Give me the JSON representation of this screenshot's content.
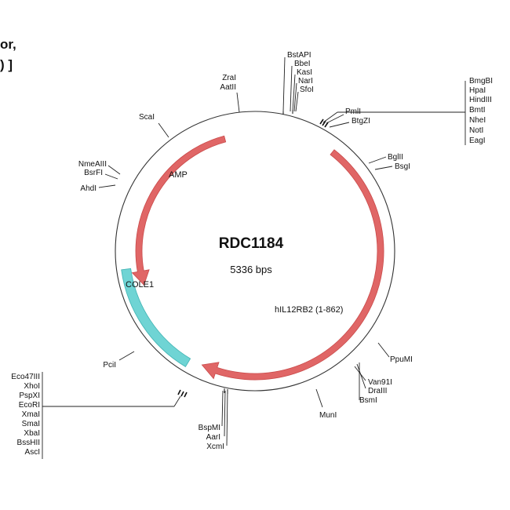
{
  "header": {
    "line1": "or,",
    "line2": ") ]"
  },
  "plasmid": {
    "name": "RDC1184",
    "size_label": "5336 bps"
  },
  "features": {
    "amp": "AMP",
    "cole1": "COLE1",
    "hil12rb2": "hIL12RB2 (1-862)"
  },
  "sites": {
    "top_group": [
      "BstAPI",
      "BbeI",
      "KasI",
      "NarI",
      "SfoI"
    ],
    "zrai_group": [
      "ZraI",
      "AatII"
    ],
    "pmli": "PmlI",
    "btgzi": "BtgZI",
    "right_box": [
      "BmgBI",
      "HpaI",
      "HindIII",
      "BmtI",
      "NheI",
      "NotI",
      "EagI"
    ],
    "bglii_group": [
      "BglII",
      "BsgI"
    ],
    "ppumi": "PpuMI",
    "van_group": [
      "Van91I",
      "DraIII",
      "BsmI"
    ],
    "muni": "MunI",
    "bspmi_group": [
      "BspMI",
      "AarI",
      "XcmI"
    ],
    "left_box": [
      "Eco47III",
      "XhoI",
      "PspXI",
      "EcoRI",
      "XmaI",
      "SmaI",
      "XbaI",
      "BssHII",
      "AscI"
    ],
    "pcii": "PciI",
    "scai": "ScaI",
    "nme_group": [
      "NmeAIII",
      "BsrFI",
      "AhdI"
    ]
  },
  "colors": {
    "gene_arrow": "#e06666",
    "gene_arrow_stroke": "#c94a4a",
    "ori": "#6fd4d4",
    "ori_stroke": "#3fb3b3",
    "backbone": "#333333"
  }
}
